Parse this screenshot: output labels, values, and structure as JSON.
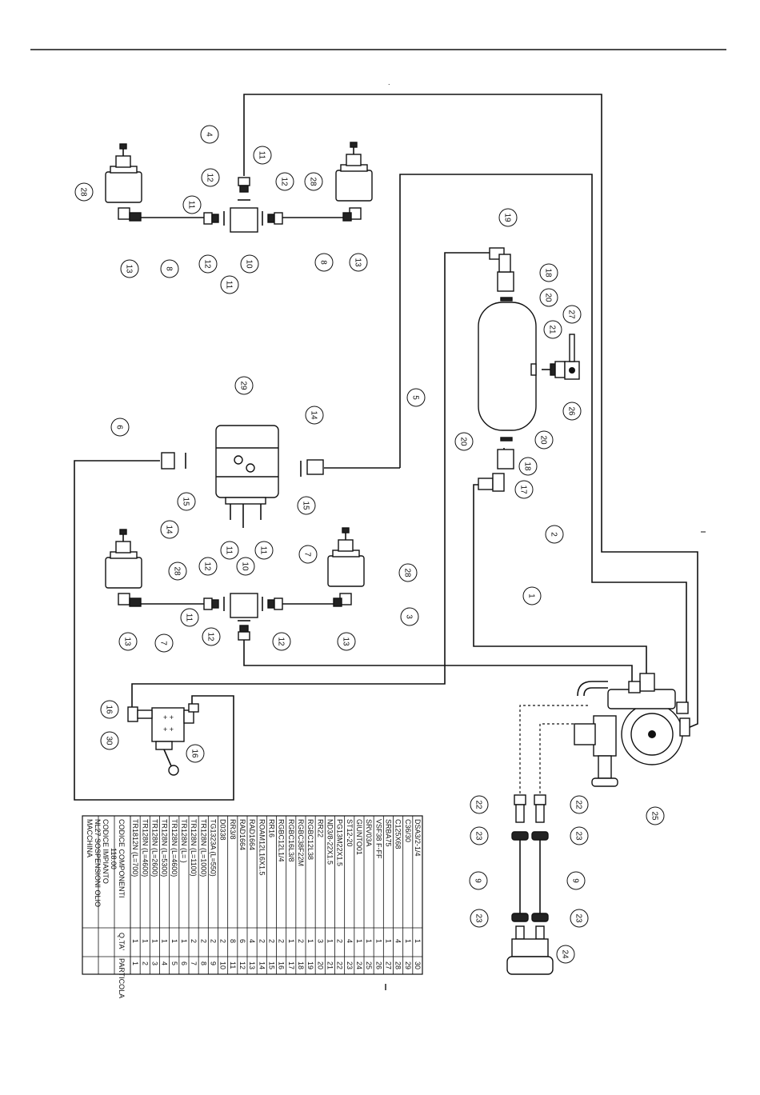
{
  "table": {
    "header_machine_label": "MACCHINA",
    "header_machine_value": "NL27 SOSPENSIONI OLIO",
    "header_plant_label": "CODICE IMPIANTO",
    "header_plant_value": "118.00",
    "col_part": "PARTICOLA",
    "col_qty": "Q.TA'",
    "col_code": "CODICE COMPONENTI",
    "rows": [
      {
        "part": "1",
        "qty": "1",
        "code": "TR1812N (L=700)"
      },
      {
        "part": "2",
        "qty": "1",
        "code": "TR128N (L=4600)"
      },
      {
        "part": "3",
        "qty": "1",
        "code": "TR128N (L=2600)"
      },
      {
        "part": "4",
        "qty": "1",
        "code": "TR128N (L=5300)"
      },
      {
        "part": "5",
        "qty": "1",
        "code": "TR128N (L=4600)"
      },
      {
        "part": "6",
        "qty": "1",
        "code": "TR128N (L= )"
      },
      {
        "part": "7",
        "qty": "2",
        "code": "TR128N (L=1100)"
      },
      {
        "part": "8",
        "qty": "2",
        "code": "TR128N (L=1000)"
      },
      {
        "part": "9",
        "qty": "2",
        "code": "TG1323A (L=550)"
      },
      {
        "part": "10",
        "qty": "2",
        "code": "D0338"
      },
      {
        "part": "11",
        "qty": "8",
        "code": "RR3/8"
      },
      {
        "part": "12",
        "qty": "6",
        "code": "RAD1664"
      },
      {
        "part": "13",
        "qty": "4",
        "code": "RAD1664"
      },
      {
        "part": "14",
        "qty": "2",
        "code": "ROAM12L16X1.5"
      },
      {
        "part": "15",
        "qty": "2",
        "code": "RR16"
      },
      {
        "part": "16",
        "qty": "2",
        "code": "RGBC12L1/4"
      },
      {
        "part": "17",
        "qty": "1",
        "code": "RGBC16L3/8"
      },
      {
        "part": "18",
        "qty": "2",
        "code": "RGBC38F22M"
      },
      {
        "part": "19",
        "qty": "1",
        "code": "RGBC12L38"
      },
      {
        "part": "20",
        "qty": "3",
        "code": "RR22"
      },
      {
        "part": "21",
        "qty": "1",
        "code": "ND3/8-22X1.5"
      },
      {
        "part": "22",
        "qty": "2",
        "code": "PG13M22X1.5"
      },
      {
        "part": "23",
        "qty": "4",
        "code": "ST12-20"
      },
      {
        "part": "24",
        "qty": "1",
        "code": "GIUNTO01"
      },
      {
        "part": "25",
        "qty": "1",
        "code": "SRV03A"
      },
      {
        "part": "26",
        "qty": "1",
        "code": "VSF38 F-FF"
      },
      {
        "part": "27",
        "qty": "1",
        "code": "SRBA75"
      },
      {
        "part": "28",
        "qty": "4",
        "code": "C125X68"
      },
      {
        "part": "29",
        "qty": "1",
        "code": "C36/30"
      },
      {
        "part": "30",
        "qty": "1",
        "code": "DSA3/2-1/4"
      }
    ]
  },
  "callouts": [
    {
      "id": "b4",
      "label": "4"
    },
    {
      "id": "b12a",
      "label": "12"
    },
    {
      "id": "b11a",
      "label": "11"
    },
    {
      "id": "b11b",
      "label": "11"
    },
    {
      "id": "b12b",
      "label": "12"
    },
    {
      "id": "b28a",
      "label": "28"
    },
    {
      "id": "b28b",
      "label": "28"
    },
    {
      "id": "b13a",
      "label": "13"
    },
    {
      "id": "b8a",
      "label": "8"
    },
    {
      "id": "b12c",
      "label": "12"
    },
    {
      "id": "b11c",
      "label": "11"
    },
    {
      "id": "b10a",
      "label": "10"
    },
    {
      "id": "b8b",
      "label": "8"
    },
    {
      "id": "b13b",
      "label": "13"
    },
    {
      "id": "b19",
      "label": "19"
    },
    {
      "id": "b18a",
      "label": "18"
    },
    {
      "id": "b20a",
      "label": "20"
    },
    {
      "id": "b27",
      "label": "27"
    },
    {
      "id": "b21",
      "label": "21"
    },
    {
      "id": "b26",
      "label": "26"
    },
    {
      "id": "b29",
      "label": "29"
    },
    {
      "id": "b5",
      "label": "5"
    },
    {
      "id": "b6",
      "label": "6"
    },
    {
      "id": "b14a",
      "label": "14"
    },
    {
      "id": "b14b",
      "label": "14"
    },
    {
      "id": "b15a",
      "label": "15"
    },
    {
      "id": "b15b",
      "label": "15"
    },
    {
      "id": "b20b",
      "label": "20"
    },
    {
      "id": "b20c",
      "label": "20"
    },
    {
      "id": "b18b",
      "label": "18"
    },
    {
      "id": "b17",
      "label": "17"
    },
    {
      "id": "b2",
      "label": "2"
    },
    {
      "id": "b11d",
      "label": "11"
    },
    {
      "id": "b11e",
      "label": "11"
    },
    {
      "id": "b12d",
      "label": "12"
    },
    {
      "id": "b10b",
      "label": "10"
    },
    {
      "id": "b7a",
      "label": "7"
    },
    {
      "id": "b28c",
      "label": "28"
    },
    {
      "id": "b28d",
      "label": "28"
    },
    {
      "id": "b11f",
      "label": "11"
    },
    {
      "id": "b13c",
      "label": "13"
    },
    {
      "id": "b7b",
      "label": "7"
    },
    {
      "id": "b12e",
      "label": "12"
    },
    {
      "id": "b12f",
      "label": "12"
    },
    {
      "id": "b13d",
      "label": "13"
    },
    {
      "id": "b3",
      "label": "3"
    },
    {
      "id": "b1",
      "label": "1"
    },
    {
      "id": "b16a",
      "label": "16"
    },
    {
      "id": "b30",
      "label": "30"
    },
    {
      "id": "b16b",
      "label": "16"
    },
    {
      "id": "b25",
      "label": "25"
    },
    {
      "id": "b22a",
      "label": "22"
    },
    {
      "id": "b22b",
      "label": "22"
    },
    {
      "id": "b23a",
      "label": "23"
    },
    {
      "id": "b23b",
      "label": "23"
    },
    {
      "id": "b9a",
      "label": "9"
    },
    {
      "id": "b9b",
      "label": "9"
    },
    {
      "id": "b23c",
      "label": "23"
    },
    {
      "id": "b23d",
      "label": "23"
    },
    {
      "id": "b24",
      "label": "24"
    }
  ]
}
